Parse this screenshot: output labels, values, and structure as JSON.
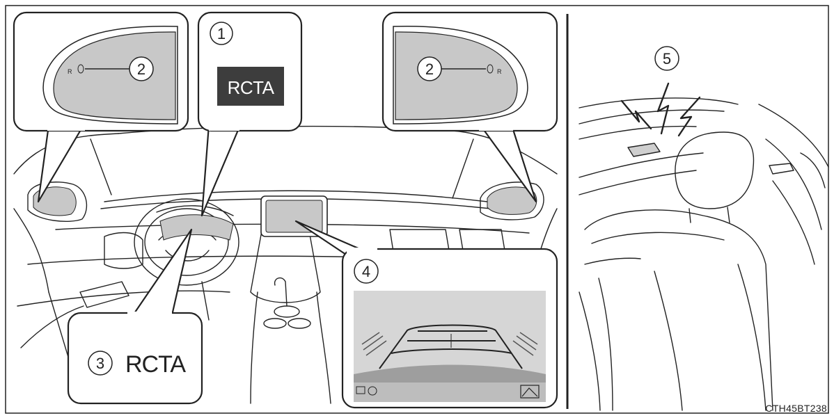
{
  "callouts": {
    "c1": "1",
    "c2_left": "2",
    "c2_right": "2",
    "c3": "3",
    "c4": "4",
    "c5": "5"
  },
  "indicator": {
    "rcta_box_text": "RCTA",
    "rcta_text": "RCTA"
  },
  "mirror_icon": {
    "left": "R",
    "right": "R"
  },
  "figure_ref": "CTH45BT238",
  "colors": {
    "line": "#222222",
    "mirror_glass": "#c8c8c8",
    "screen_top": "#d6d6d6",
    "screen_bottom": "#9e9e9e",
    "rcta_box_bg": "#3d3d3d",
    "rcta_box_fg": "#ffffff"
  }
}
